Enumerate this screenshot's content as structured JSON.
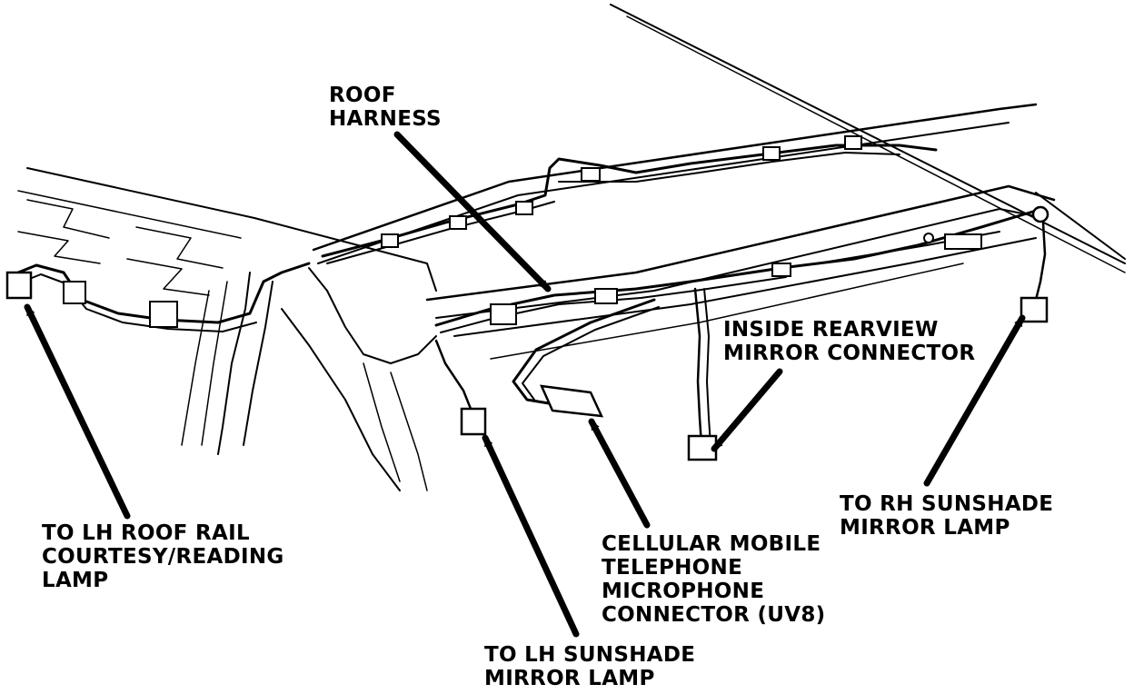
{
  "labels": {
    "roof_harness": [
      "ROOF",
      "HARNESS"
    ],
    "inside_rearview": [
      "INSIDE REARVIEW",
      "MIRROR CONNECTOR"
    ],
    "lh_roof_rail": [
      "TO LH ROOF RAIL",
      "COURTESY/READING",
      "LAMP"
    ],
    "cellular": [
      "CELLULAR MOBILE",
      "TELEPHONE",
      "MICROPHONE",
      "CONNECTOR (UV8)"
    ],
    "lh_sunshade": [
      "TO LH SUNSHADE",
      "MIRROR LAMP"
    ],
    "rh_sunshade": [
      "TO RH SUNSHADE",
      "MIRROR LAMP"
    ]
  },
  "colors": {
    "ink": "#000000",
    "paper": "#ffffff"
  }
}
